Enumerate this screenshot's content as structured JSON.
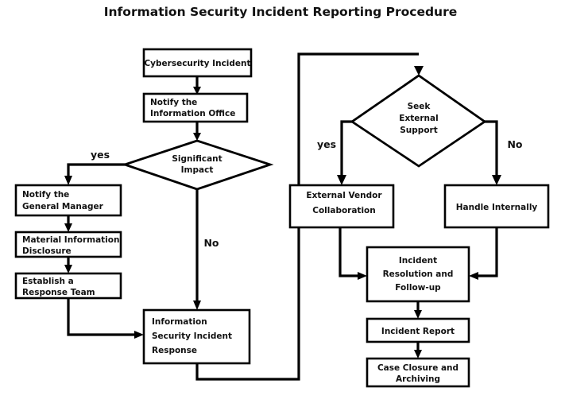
{
  "title": "Information Security Incident Reporting Procedure",
  "colors": {
    "background": "#ffffff",
    "stroke": "#000000",
    "text": "#111111",
    "node_fill": "#ffffff"
  },
  "nodes": {
    "cybersecurity_incident": {
      "label": "Cybersecurity Incident",
      "shape": "box",
      "align": "center"
    },
    "notify_information_office": {
      "line1": "Notify the",
      "line2": "Information Office",
      "shape": "box",
      "align": "left"
    },
    "significant_impact": {
      "line1": "Significant",
      "line2": "Impact",
      "shape": "diamond"
    },
    "notify_general_manager": {
      "line1": "Notify the",
      "line2": "General Manager",
      "shape": "box",
      "align": "left"
    },
    "material_information_disclosure": {
      "line1": "Material Information",
      "line2": "Disclosure",
      "shape": "box",
      "align": "left"
    },
    "establish_response_team": {
      "line1": "Establish a",
      "line2": "Response Team",
      "shape": "box",
      "align": "left"
    },
    "information_security_incident_response": {
      "line1": "Information",
      "line2": "Security Incident",
      "line3": "Response",
      "shape": "box",
      "align": "left"
    },
    "seek_external_support": {
      "line1": "Seek",
      "line2": "External",
      "line3": "Support",
      "shape": "diamond"
    },
    "external_vendor_collaboration": {
      "line1": "External Vendor",
      "line2": "Collaboration",
      "shape": "box",
      "align": "center"
    },
    "handle_internally": {
      "label": "Handle Internally",
      "shape": "box",
      "align": "center"
    },
    "incident_resolution_followup": {
      "line1": "Incident",
      "line2": "Resolution and",
      "line3": "Follow-up",
      "shape": "box",
      "align": "center"
    },
    "incident_report": {
      "label": "Incident Report",
      "shape": "box",
      "align": "center"
    },
    "case_closure_archiving": {
      "line1": "Case Closure and",
      "line2": "Archiving",
      "shape": "box",
      "align": "center"
    }
  },
  "edge_labels": {
    "significant_impact_yes": "yes",
    "significant_impact_no": "No",
    "seek_external_support_yes": "yes",
    "seek_external_support_no": "No"
  }
}
